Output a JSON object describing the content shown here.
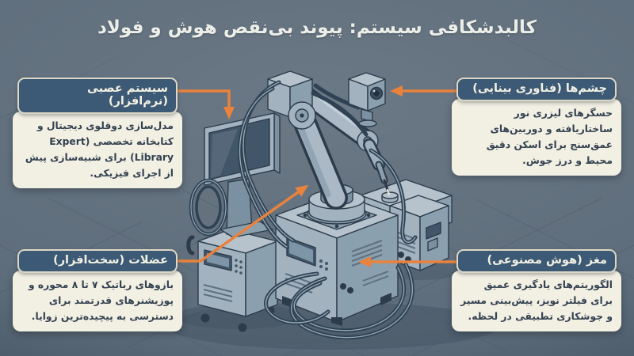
{
  "title": "کالبدشکافی سیستم: پیوند بی‌نقص هوش و فولاد",
  "colors": {
    "background": "#5f6e7c",
    "accent_arrow": "#e8823c",
    "callout_header_bg": "#3c5a75",
    "callout_header_text": "#f3f1e4",
    "callout_body_bg": "#f2efe3",
    "callout_body_text": "#334150",
    "title_text": "#eceee8",
    "illustration_line": "#2d3b4a",
    "illustration_fill": "#a2b2bf"
  },
  "callouts": [
    {
      "id": "software",
      "title": "سیستم عصبی (نرم‌افزار)",
      "body": "مدل‌سازی دوقلوی دیجیتال و کتابخانه تخصصی (Expert Library) برای شبیه‌سازی پیش از اجرای فیزیکی."
    },
    {
      "id": "vision",
      "title": "چشم‌ها (فناوری بینایی)",
      "body": "حسگرهای لیزری نور ساختاریافته و دوربین‌های عمق‌سنج برای اسکن دقیق محیط و درز جوش."
    },
    {
      "id": "hardware",
      "title": "عضلات (سخت‌افزار)",
      "body": "بازوهای رباتیک ۷ تا ۸ محوره و پوزیشنرهای قدرتمند برای دسترسی به پیچیده‌ترین زوایا."
    },
    {
      "id": "ai",
      "title": "مغز (هوش مصنوعی)",
      "body": "الگوریتم‌های یادگیری عمیق برای فیلتر نویز، پیش‌بینی مسیر و جوشکاری تطبیقی در لحظه."
    }
  ],
  "scene": {
    "parts": [
      "monitor-workstation",
      "welding-robot-arm",
      "vision-camera",
      "robot-controller-box",
      "welding-power-source",
      "workpiece-table",
      "cable-bundles",
      "isometric-floor-grid"
    ]
  }
}
